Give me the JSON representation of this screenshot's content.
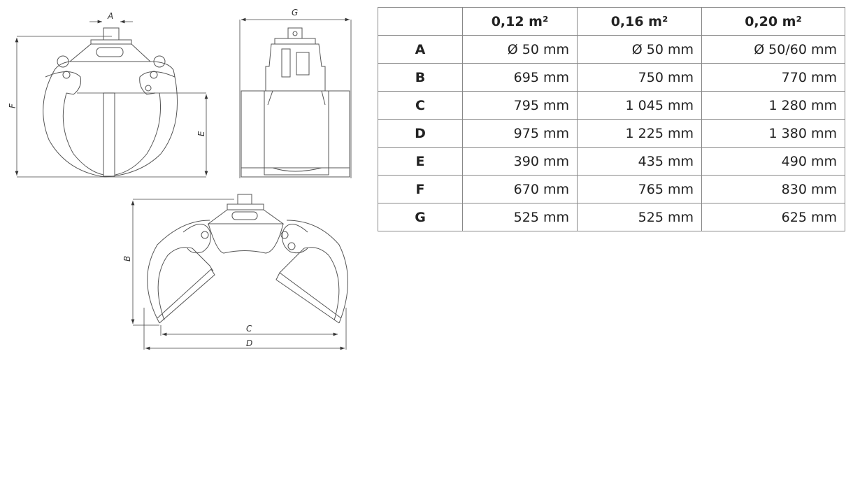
{
  "drawing": {
    "dimension_labels": {
      "A": "A",
      "B": "B",
      "C": "C",
      "D": "D",
      "E": "E",
      "F": "F",
      "G": "G"
    }
  },
  "table": {
    "headers": [
      "",
      "0,12 m²",
      "0,16 m²",
      "0,20 m²"
    ],
    "rows": [
      {
        "label": "A",
        "values": [
          "Ø 50 mm",
          "Ø 50 mm",
          "Ø 50/60 mm"
        ]
      },
      {
        "label": "B",
        "values": [
          "695 mm",
          "750 mm",
          "770 mm"
        ]
      },
      {
        "label": "C",
        "values": [
          "795 mm",
          "1 045 mm",
          "1 280 mm"
        ]
      },
      {
        "label": "D",
        "values": [
          "975 mm",
          "1 225 mm",
          "1 380 mm"
        ]
      },
      {
        "label": "E",
        "values": [
          "390 mm",
          "435 mm",
          "490 mm"
        ]
      },
      {
        "label": "F",
        "values": [
          "670 mm",
          "765 mm",
          "830 mm"
        ]
      },
      {
        "label": "G",
        "values": [
          "525 mm",
          "525 mm",
          "625 mm"
        ]
      }
    ]
  }
}
